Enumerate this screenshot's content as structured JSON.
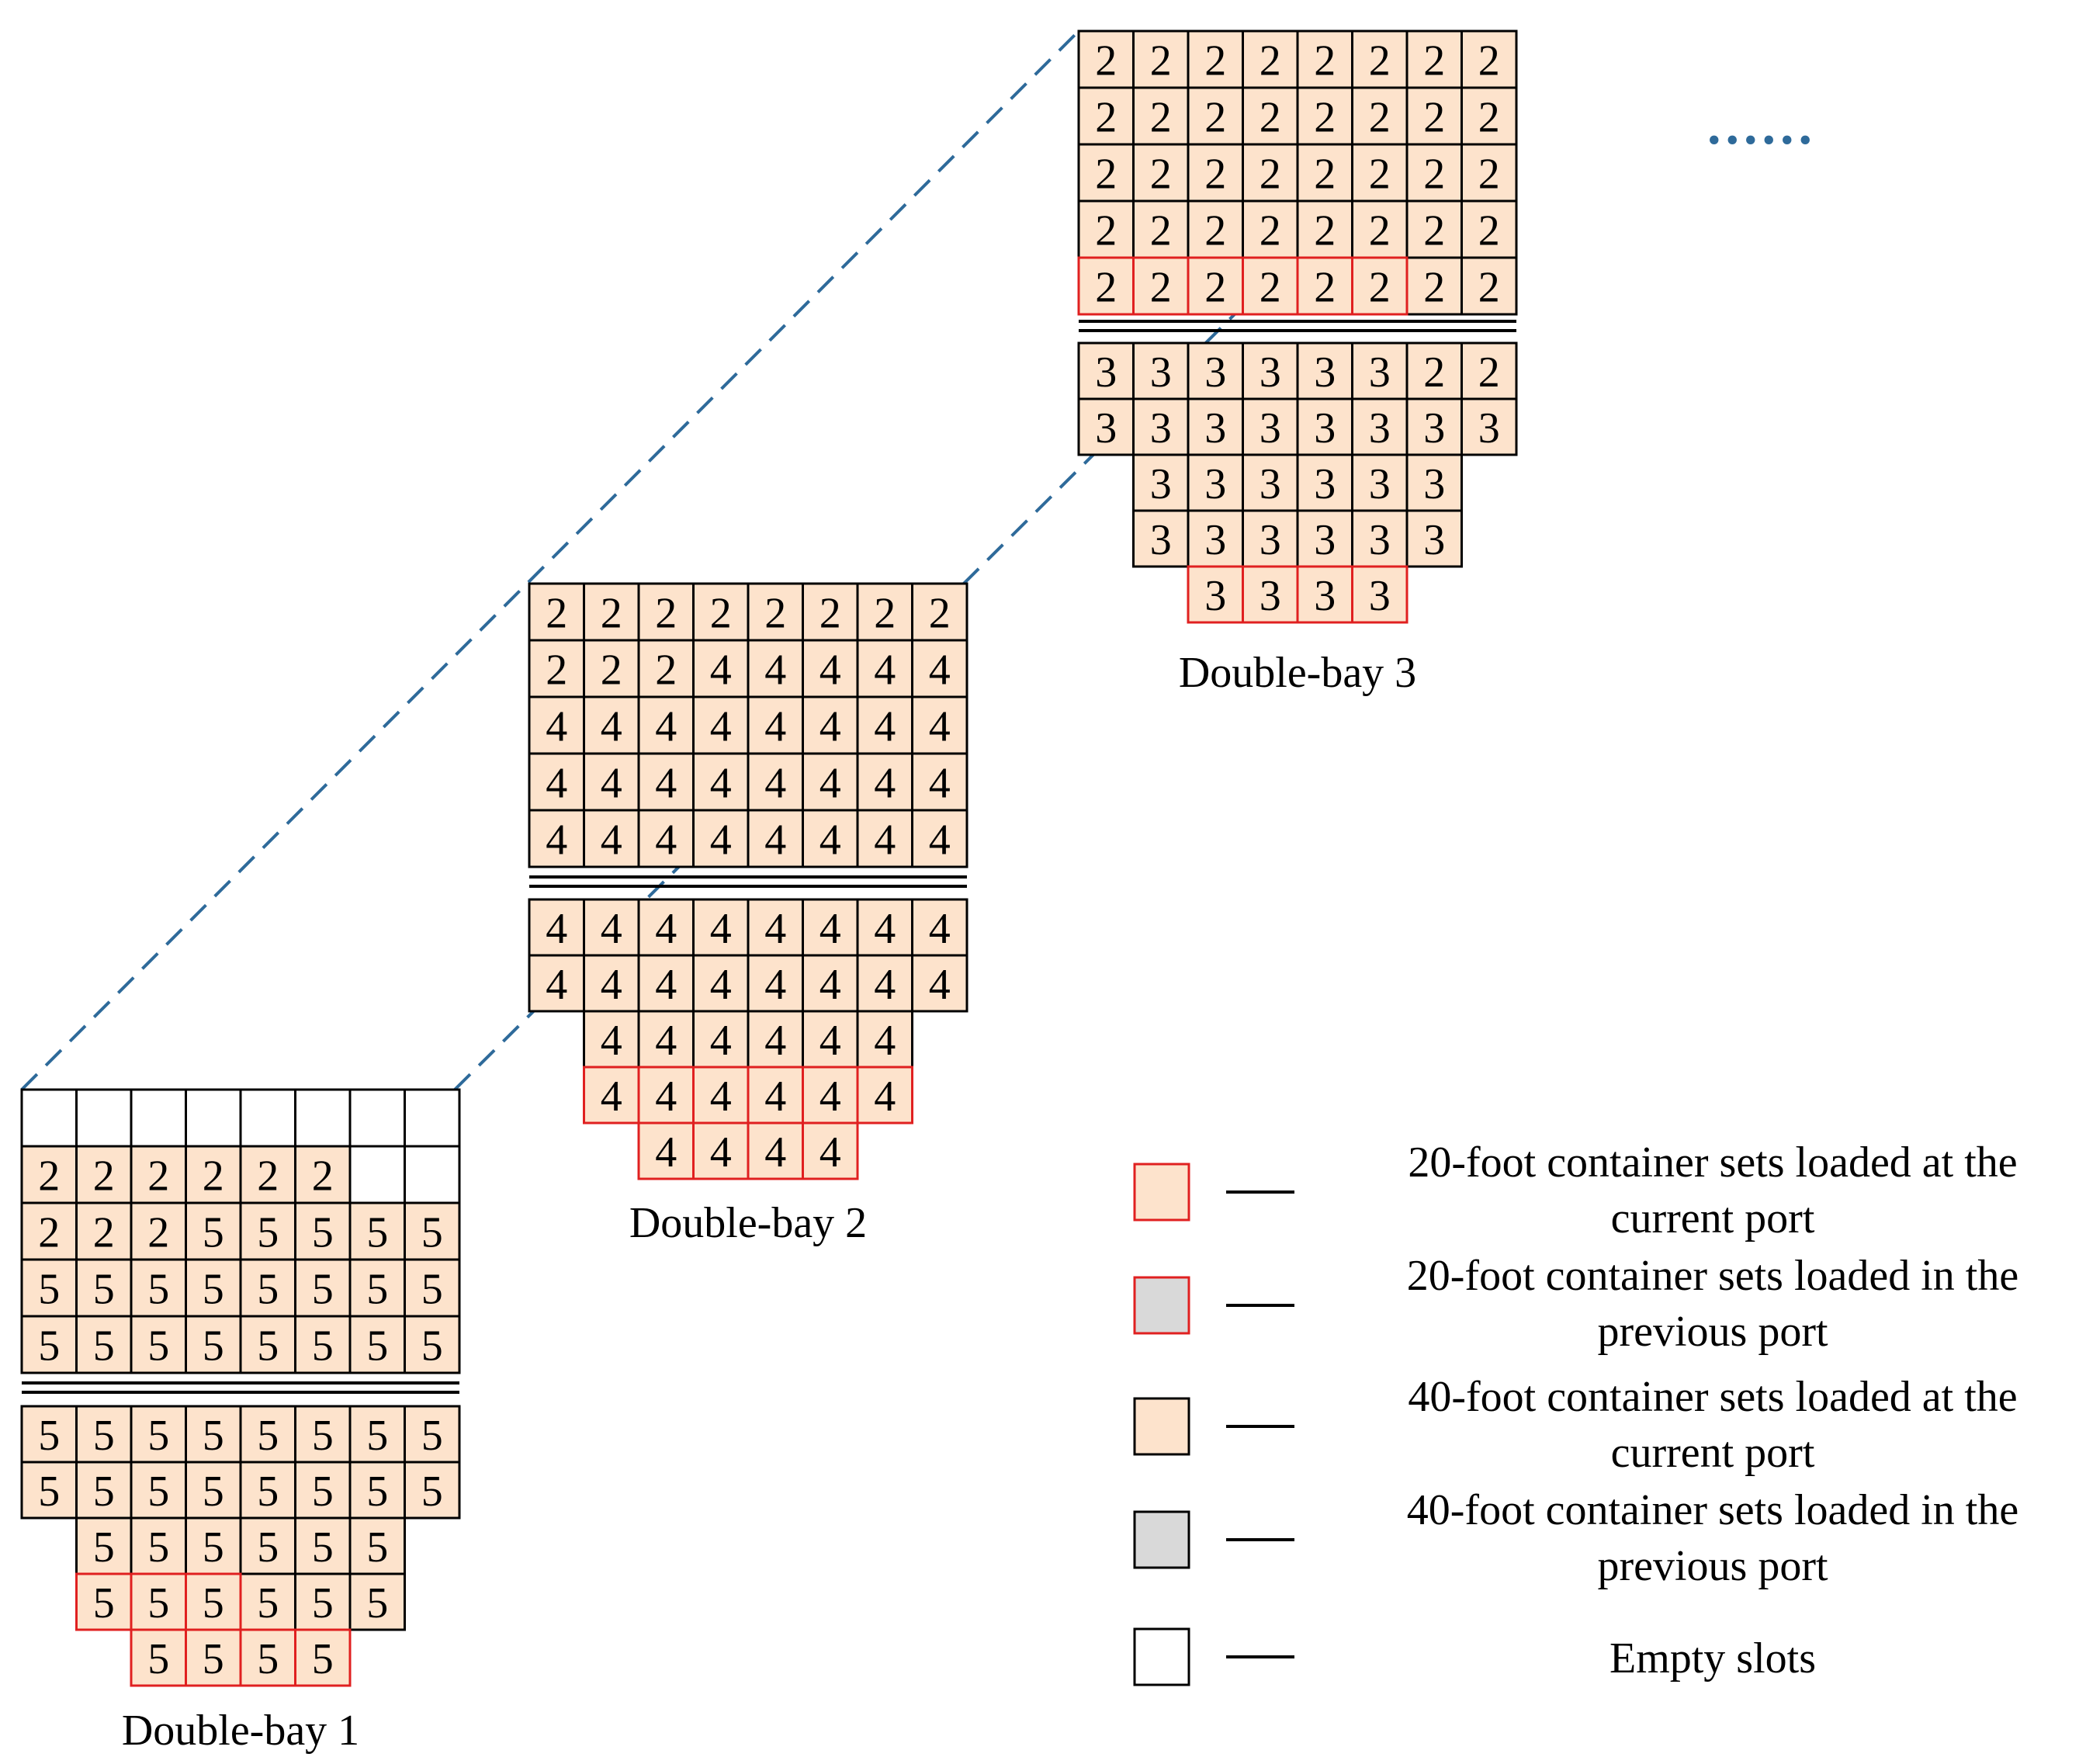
{
  "colors": {
    "cargo_fill": "#fde3cc",
    "previous_fill": "#d9d9d9",
    "empty_fill": "#ffffff",
    "cell_border": "#000000",
    "current_port_20ft_border": "#e02020",
    "connector_line": "#2e6a9a"
  },
  "bays": [
    {
      "label": "Double-bay 1",
      "deck": [
        [
          "",
          "",
          "",
          "",
          "",
          "",
          "",
          ""
        ],
        [
          "2",
          "2",
          "2",
          "2",
          "2",
          "2",
          "",
          ""
        ],
        [
          "2",
          "2",
          "2",
          "5",
          "5",
          "5",
          "5",
          "5"
        ],
        [
          "5",
          "5",
          "5",
          "5",
          "5",
          "5",
          "5",
          "5"
        ],
        [
          "5",
          "5",
          "5",
          "5",
          "5",
          "5",
          "5",
          "5"
        ]
      ],
      "hold": [
        [
          "5",
          "5",
          "5",
          "5",
          "5",
          "5",
          "5",
          "5"
        ],
        [
          "5",
          "5",
          "5",
          "5",
          "5",
          "5",
          "5",
          "5"
        ],
        [
          "5",
          "5",
          "5",
          "5",
          "5",
          "5"
        ],
        [
          "5",
          "5",
          "5",
          "5",
          "5",
          "5"
        ],
        [
          "5",
          "5",
          "5",
          "5"
        ]
      ],
      "hold_row_indent": [
        0,
        0,
        1,
        1,
        2
      ],
      "red_outline_groups": [
        {
          "part": "hold",
          "row": 3,
          "from_col": 0,
          "to_col": 2
        },
        {
          "part": "hold",
          "row": 4,
          "from_col": 0,
          "to_col": 3
        }
      ]
    },
    {
      "label": "Double-bay 2",
      "deck": [
        [
          "2",
          "2",
          "2",
          "2",
          "2",
          "2",
          "2",
          "2"
        ],
        [
          "2",
          "2",
          "2",
          "4",
          "4",
          "4",
          "4",
          "4"
        ],
        [
          "4",
          "4",
          "4",
          "4",
          "4",
          "4",
          "4",
          "4"
        ],
        [
          "4",
          "4",
          "4",
          "4",
          "4",
          "4",
          "4",
          "4"
        ],
        [
          "4",
          "4",
          "4",
          "4",
          "4",
          "4",
          "4",
          "4"
        ]
      ],
      "hold": [
        [
          "4",
          "4",
          "4",
          "4",
          "4",
          "4",
          "4",
          "4"
        ],
        [
          "4",
          "4",
          "4",
          "4",
          "4",
          "4",
          "4",
          "4"
        ],
        [
          "4",
          "4",
          "4",
          "4",
          "4",
          "4"
        ],
        [
          "4",
          "4",
          "4",
          "4",
          "4",
          "4"
        ],
        [
          "4",
          "4",
          "4",
          "4"
        ]
      ],
      "hold_row_indent": [
        0,
        0,
        1,
        1,
        2
      ],
      "red_outline_groups": [
        {
          "part": "hold",
          "row": 3,
          "from_col": 0,
          "to_col": 5
        },
        {
          "part": "hold",
          "row": 4,
          "from_col": 0,
          "to_col": 3
        }
      ]
    },
    {
      "label": "Double-bay 3",
      "deck": [
        [
          "2",
          "2",
          "2",
          "2",
          "2",
          "2",
          "2",
          "2"
        ],
        [
          "2",
          "2",
          "2",
          "2",
          "2",
          "2",
          "2",
          "2"
        ],
        [
          "2",
          "2",
          "2",
          "2",
          "2",
          "2",
          "2",
          "2"
        ],
        [
          "2",
          "2",
          "2",
          "2",
          "2",
          "2",
          "2",
          "2"
        ],
        [
          "2",
          "2",
          "2",
          "2",
          "2",
          "2",
          "2",
          "2"
        ]
      ],
      "hold": [
        [
          "3",
          "3",
          "3",
          "3",
          "3",
          "3",
          "2",
          "2"
        ],
        [
          "3",
          "3",
          "3",
          "3",
          "3",
          "3",
          "3",
          "3"
        ],
        [
          "3",
          "3",
          "3",
          "3",
          "3",
          "3"
        ],
        [
          "3",
          "3",
          "3",
          "3",
          "3",
          "3"
        ],
        [
          "3",
          "3",
          "3",
          "3"
        ]
      ],
      "hold_row_indent": [
        0,
        0,
        1,
        1,
        2
      ],
      "red_outline_groups": [
        {
          "part": "deck",
          "row": 4,
          "from_col": 0,
          "to_col": 2
        },
        {
          "part": "deck",
          "row": 4,
          "from_col": 3,
          "to_col": 5
        },
        {
          "part": "hold",
          "row": 4,
          "from_col": 0,
          "to_col": 3
        }
      ]
    }
  ],
  "ellipsis": "......",
  "legend": [
    {
      "swatch": "cargo-red",
      "lines": [
        "20-foot container sets loaded at the",
        "current port"
      ]
    },
    {
      "swatch": "gray-red",
      "lines": [
        "20-foot container sets loaded in the",
        "previous port"
      ]
    },
    {
      "swatch": "cargo-black",
      "lines": [
        "40-foot container sets loaded at the",
        "current port"
      ]
    },
    {
      "swatch": "gray-black",
      "lines": [
        "40-foot container sets loaded in the",
        "previous port"
      ]
    },
    {
      "swatch": "white-black",
      "lines": [
        "Empty slots"
      ]
    }
  ]
}
